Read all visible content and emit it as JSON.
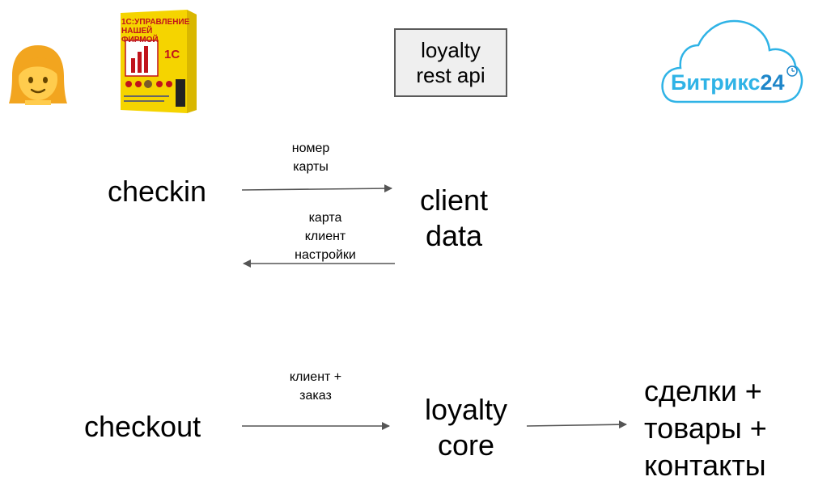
{
  "header": {
    "rest_box": {
      "line1": "loyalty",
      "line2": "rest api"
    },
    "logo_1c": {
      "line1": "1С:УПРАВЛЕНИЕ",
      "line2": "НАШЕЙ ФИРМОЙ"
    },
    "bitrix": {
      "name": "Битрикс",
      "num": "24"
    }
  },
  "flow1": {
    "source": "checkin",
    "target": {
      "line1": "client",
      "line2": "data"
    },
    "request": {
      "line1": "номер",
      "line2": "карты"
    },
    "response": {
      "line1": "карта",
      "line2": "клиент",
      "line3": "настройки"
    }
  },
  "flow2": {
    "source": "checkout",
    "request": {
      "line1": "клиент +",
      "line2": "заказ"
    },
    "target": {
      "line1": "loyalty",
      "line2": "core"
    },
    "output": {
      "line1": "сделки +",
      "line2": "товары +",
      "line3": "контакты"
    }
  },
  "colors": {
    "arrow": "#555555",
    "bitrix": "#2fb3e6",
    "box_yellow": "#f5d400"
  }
}
